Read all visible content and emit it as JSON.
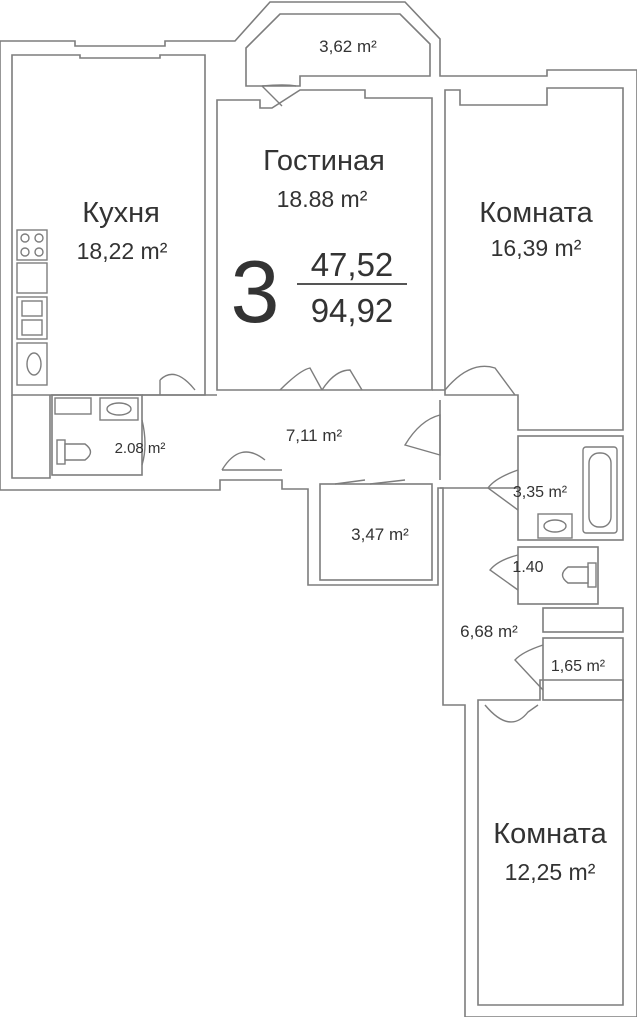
{
  "rooms": {
    "kitchen": {
      "name": "Кухня",
      "area": "18,22 m²"
    },
    "living": {
      "name": "Гостиная",
      "area": "18.88 m²"
    },
    "room1": {
      "name": "Комната",
      "area": "16,39 m²"
    },
    "room2": {
      "name": "Комната",
      "area": "12,25 m²"
    },
    "balcony": {
      "area": "3,62 m²"
    },
    "hall": {
      "area": "7,11 m²"
    },
    "corridor": {
      "area": "6,68 m²"
    },
    "bath_wc": {
      "area": "2.08 m²"
    },
    "closet": {
      "area": "3,47 m²"
    },
    "bathroom": {
      "area": "3,35 m²"
    },
    "wc": {
      "area": "1.40"
    },
    "storage": {
      "area": "1,65 m²"
    }
  },
  "summary": {
    "rooms_count": "3",
    "living_area": "47,52",
    "total_area": "94,92"
  },
  "colors": {
    "wall": "#7d7d7d",
    "text": "#333333",
    "background": "#ffffff"
  }
}
